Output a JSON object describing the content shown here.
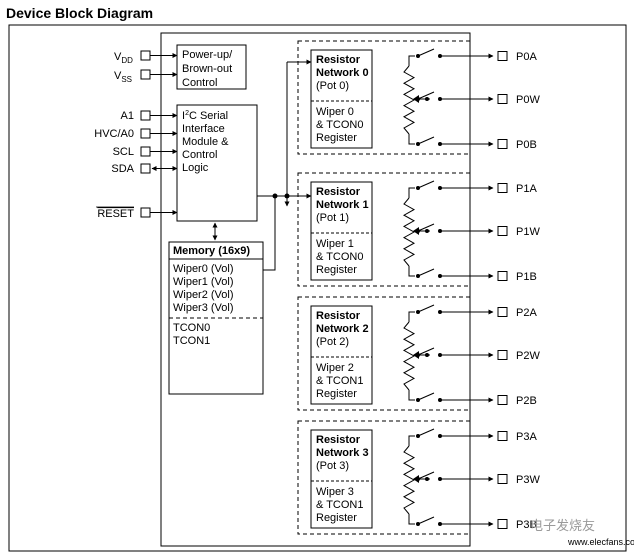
{
  "title": "Device Block Diagram",
  "left_pins": [
    {
      "id": "vdd",
      "label": "V",
      "sub": "DD"
    },
    {
      "id": "vss",
      "label": "V",
      "sub": "SS"
    },
    {
      "id": "a1",
      "label": "A1"
    },
    {
      "id": "hvc_a0",
      "label": "HVC/A0"
    },
    {
      "id": "scl",
      "label": "SCL"
    },
    {
      "id": "sda",
      "label": "SDA"
    },
    {
      "id": "reset",
      "label": "RESET"
    }
  ],
  "power_block": {
    "lines": [
      "Power-up/",
      "Brown-out",
      "Control"
    ]
  },
  "i2c_block": {
    "i_text": "I",
    "sup": "2",
    "lines": [
      "C Serial",
      "Interface",
      "Module &",
      "Control",
      "Logic"
    ]
  },
  "memory_block": {
    "title": "Memory (16x9)",
    "wipers": [
      "Wiper0 (Vol)",
      "Wiper1 (Vol)",
      "Wiper2 (Vol)",
      "Wiper3 (Vol)"
    ],
    "tcon": [
      "TCON0",
      "TCON1"
    ]
  },
  "networks": [
    {
      "name": "Resistor",
      "name2": "Network 0",
      "pot": "(Pot 0)",
      "wiper": "Wiper 0",
      "tcon": "& TCON0",
      "reg": "Register",
      "pins": [
        "P0A",
        "P0W",
        "P0B"
      ]
    },
    {
      "name": "Resistor",
      "name2": "Network 1",
      "pot": "(Pot 1)",
      "wiper": "Wiper 1",
      "tcon": "& TCON0",
      "reg": "Register",
      "pins": [
        "P1A",
        "P1W",
        "P1B"
      ]
    },
    {
      "name": "Resistor",
      "name2": "Network 2",
      "pot": "(Pot 2)",
      "wiper": "Wiper 2",
      "tcon": "& TCON1",
      "reg": "Register",
      "pins": [
        "P2A",
        "P2W",
        "P2B"
      ]
    },
    {
      "name": "Resistor",
      "name2": "Network 3",
      "pot": "(Pot 3)",
      "wiper": "Wiper 3",
      "tcon": "& TCON1",
      "reg": "Register",
      "pins": [
        "P3A",
        "P3W",
        "P3B"
      ]
    }
  ],
  "watermark": "电子发烧友\nwww.elecfans.com"
}
